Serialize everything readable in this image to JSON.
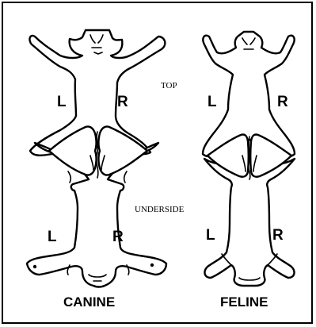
{
  "labels": {
    "left": "L",
    "right": "R",
    "top": "TOP",
    "underside": "UNDERSIDE"
  },
  "captions": {
    "canine": "CANINE",
    "feline": "FELINE"
  },
  "colors": {
    "ink": "#000000",
    "paper": "#ffffff"
  }
}
